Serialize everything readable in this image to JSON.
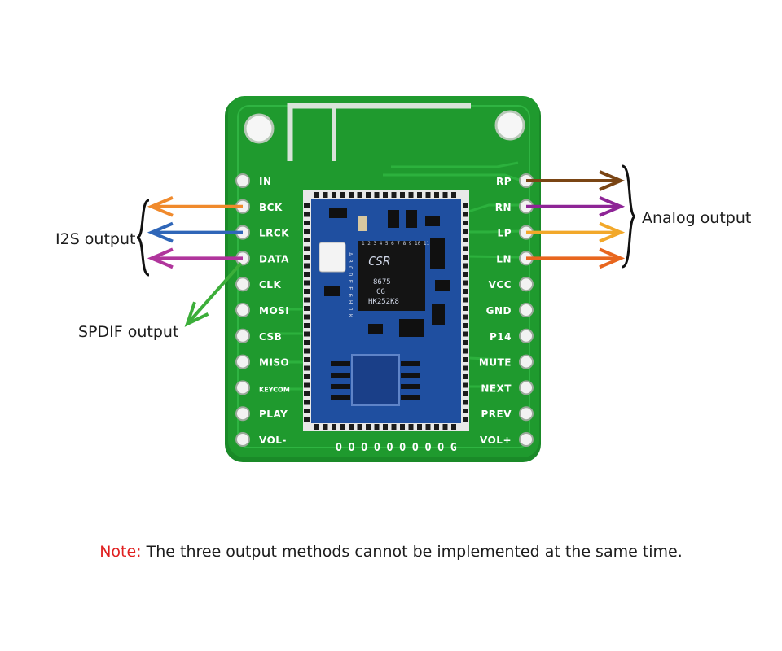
{
  "left_pins": [
    "IN",
    "BCK",
    "LRCK",
    "DATA",
    "CLK",
    "MOSI",
    "CSB",
    "MISO",
    "KEYCOM",
    "PLAY",
    "VOL-"
  ],
  "right_pins": [
    "RP",
    "RN",
    "LP",
    "LN",
    "VCC",
    "GND",
    "P14",
    "MUTE",
    "NEXT",
    "PREV",
    "VOL+"
  ],
  "bottom_pins_label": "O O O O O O O O O G",
  "chip": {
    "brand": "CSR",
    "line1": "8675",
    "line2": "CG",
    "line3": "HK252K8",
    "pin_numbers": "1 2 3 4 5 6 7 8 9 10 11 12",
    "side_letters": "A B C D E F G H J K"
  },
  "labels": {
    "i2s_output": "I2S output",
    "spdif_output": "SPDIF output",
    "analog_output": "Analog output"
  },
  "arrows": {
    "bck": "#f08a2c",
    "lrck": "#2f66b8",
    "data": "#b0359c",
    "spdif": "#3cae3a",
    "rp": "#7a4514",
    "rn": "#8e2596",
    "lp": "#f2a82a",
    "ln": "#e8661e"
  },
  "colors": {
    "pcb": "#1f9a2e",
    "module": "#1f4fa0",
    "note_accent": "#e02020"
  },
  "note": {
    "prefix": "Note:",
    "text": " The three output methods cannot be implemented at the same time."
  }
}
